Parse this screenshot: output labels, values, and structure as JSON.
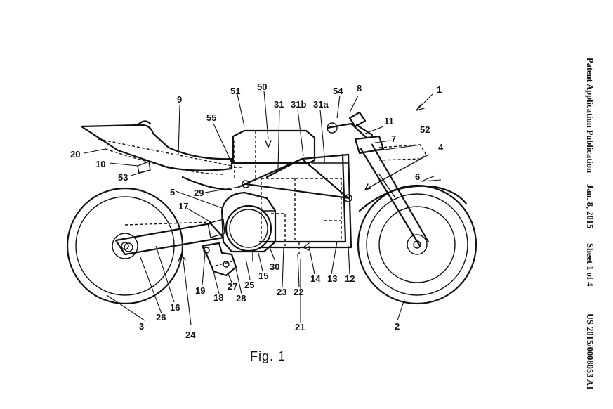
{
  "figure": {
    "caption": "Fig. 1",
    "labels": [
      "1",
      "2",
      "3",
      "4",
      "5",
      "6",
      "7",
      "8",
      "9",
      "10",
      "11",
      "12",
      "13",
      "14",
      "15",
      "16",
      "17",
      "18",
      "19",
      "20",
      "21",
      "22",
      "23",
      "24",
      "25",
      "26",
      "27",
      "28",
      "29",
      "30",
      "31",
      "31a",
      "31b",
      "50",
      "51",
      "52",
      "53",
      "54",
      "55"
    ]
  },
  "header": {
    "publication": "Patent Application Publication",
    "date": "Jan. 8, 2015",
    "sheet": "Sheet 1 of 4",
    "number": "US 2015/0008053 A1"
  }
}
